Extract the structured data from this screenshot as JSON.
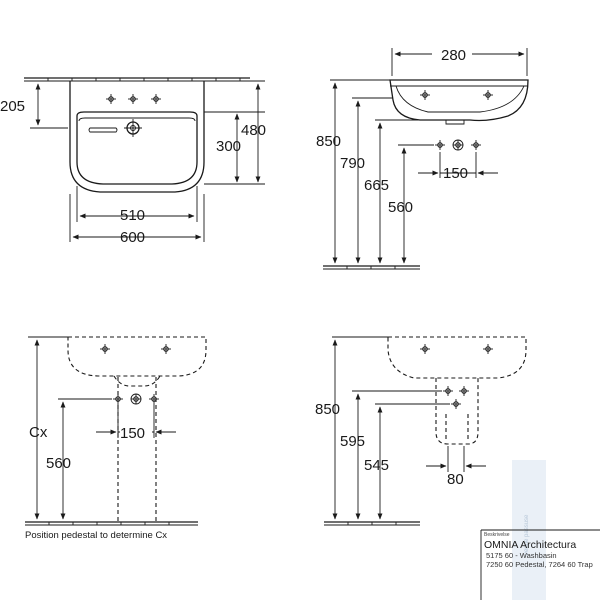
{
  "dimensions": {
    "front_upper_205": "205",
    "front_width_510": "510",
    "front_width_600": "600",
    "front_height_300": "300",
    "front_height_480": "480",
    "side_width_280": "280",
    "side_height_850": "850",
    "side_height_790": "790",
    "side_height_665": "665",
    "side_height_560": "560",
    "side_spacing_150": "150",
    "pedestal_front_cx": "Cx",
    "pedestal_front_560": "560",
    "pedestal_front_150": "150",
    "pedestal_side_850": "850",
    "pedestal_side_595": "595",
    "pedestal_side_545": "545",
    "pedestal_side_80": "80"
  },
  "caption": "Position pedestal to determine Cx",
  "title_block": {
    "label": "Beskrivelse",
    "title": "OMNIA Architectura",
    "line1": "5175 60 - Washbasin",
    "line2": "7250 60 Pedestal, 7264 60 Trap"
  },
  "watermark": {
    "text": "venne passuse",
    "color": "#b7c7d8"
  },
  "colors": {
    "line": "#1a1a1a",
    "watermark_bar": "#dfe8f2"
  }
}
